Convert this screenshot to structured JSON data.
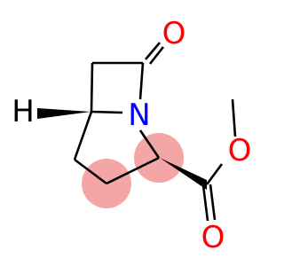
{
  "molecule": {
    "atoms": {
      "oxygen_ketone": "O",
      "hydrogen": "H",
      "nitrogen": "N",
      "oxygen_ester_single": "O",
      "oxygen_ester_carbonyl": "O"
    },
    "colors": {
      "bond": "#000000",
      "oxygen": "#ff0000",
      "nitrogen": "#0000ff",
      "hydrogen": "#000000",
      "highlight": "#f4a6a6"
    }
  }
}
